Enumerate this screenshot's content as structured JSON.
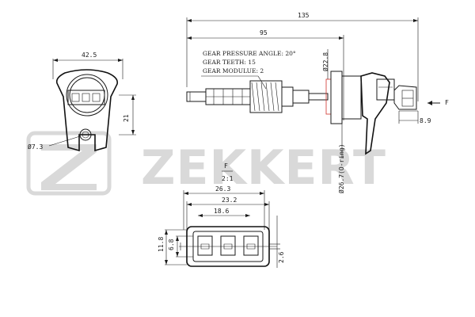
{
  "brand": {
    "logo_text": "ZEKKERT",
    "logo_color": "#d9d9d9"
  },
  "dimensions": {
    "total_length": "135",
    "shaft_length": "95",
    "connector_face_width": "42.5",
    "connector_face_height": "21",
    "hole_dia": "Ø7.3",
    "gear_dia": "Ø22.8",
    "oring_dia": "Ø26.7(O-ring)",
    "plug_offset": "8.9",
    "view_label": "F",
    "view_scale": "2:1",
    "plug_width_outer": "26.3",
    "plug_width_mid": "23.2",
    "plug_width_inner": "18.6",
    "plug_height_outer": "11.8",
    "plug_height_inner": "6.8",
    "pin_height": "2.6"
  },
  "notes": {
    "line1": "GEAR PRESSURE ANGLE: 20°",
    "line2": "GEAR TEETH: 15",
    "line3": "GEAR MODULUE: 2"
  },
  "arrow_label": "F"
}
